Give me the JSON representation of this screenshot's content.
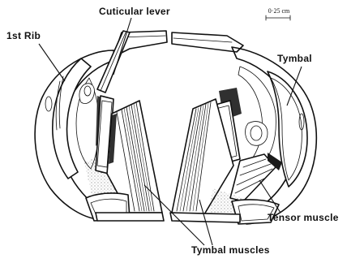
{
  "figure": {
    "labels": {
      "cuticular_lever": "Cuticular lever",
      "first_rib": "1st Rib",
      "tymbal": "Tymbal",
      "tensor_muscle": "Tensor muscle",
      "tymbal_muscles": "Tymbal muscles"
    },
    "scale_bar": {
      "label": "0·25 cm"
    }
  }
}
